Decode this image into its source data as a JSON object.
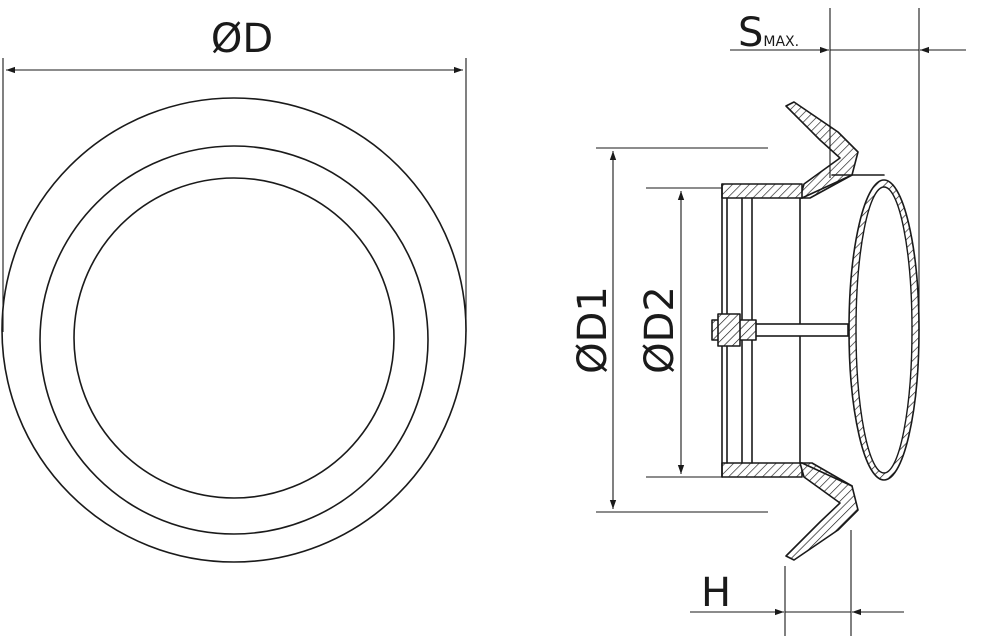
{
  "labels": {
    "outer_diameter": "ØD",
    "flange_diameter": "ØD1",
    "inner_diameter": "ØD2",
    "max_thickness_symbol": "S",
    "max_thickness_suffix": "MAX.",
    "height": "H"
  }
}
